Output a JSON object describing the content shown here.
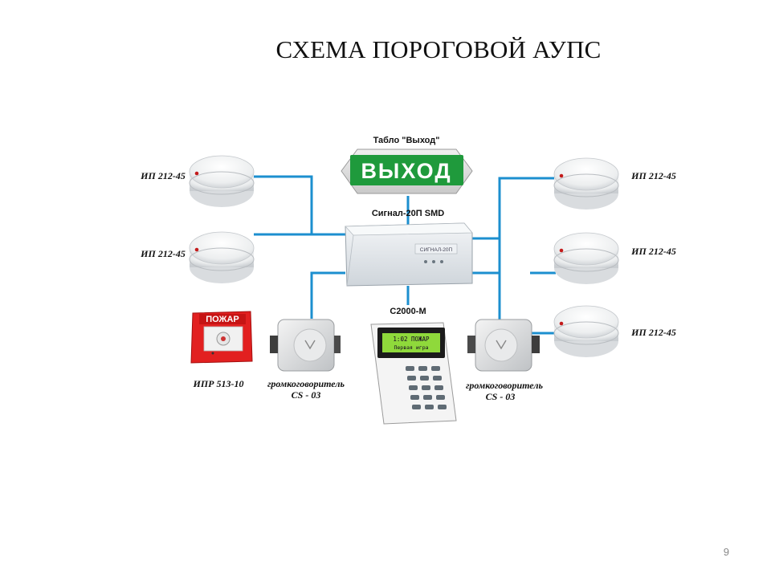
{
  "slide": {
    "title": "СХЕМА ПОРОГОВОЙ АУПС",
    "page_number": "9"
  },
  "diagram": {
    "exit_sign": {
      "caption": "Табло \"Выход\"",
      "text": "ВЫХОД"
    },
    "controller": {
      "caption": "Сигнал-20П SMD",
      "plate_text": "СИГНАЛ-20П"
    },
    "keypad": {
      "caption": "С2000-М",
      "lcd_line1": "1:02  ПОЖАР",
      "lcd_line2": "Первая  игра"
    },
    "left_detectors": [
      "ИП 212-45",
      "ИП 212-45"
    ],
    "right_detectors": [
      "ИП 212-45",
      "ИП 212-45",
      "ИП 212-45"
    ],
    "call_point": {
      "label": "ИПР 513-10",
      "banner": "ПОЖАР"
    },
    "speaker_left": {
      "line1": "громкоговоритель",
      "line2": "CS - 03"
    },
    "speaker_right": {
      "line1": "громкоговоритель",
      "line2": "CS - 03"
    }
  },
  "colors": {
    "wire": "#1c8fcf",
    "exit_sign_green": "#1f9a3c",
    "call_point_red": "#e22020",
    "controller_body": "#dfe4e9"
  },
  "icons": [
    "smoke-detector-icon",
    "manual-call-point-icon",
    "loudspeaker-icon",
    "keypad-icon",
    "exit-sign-icon",
    "controller-icon"
  ]
}
